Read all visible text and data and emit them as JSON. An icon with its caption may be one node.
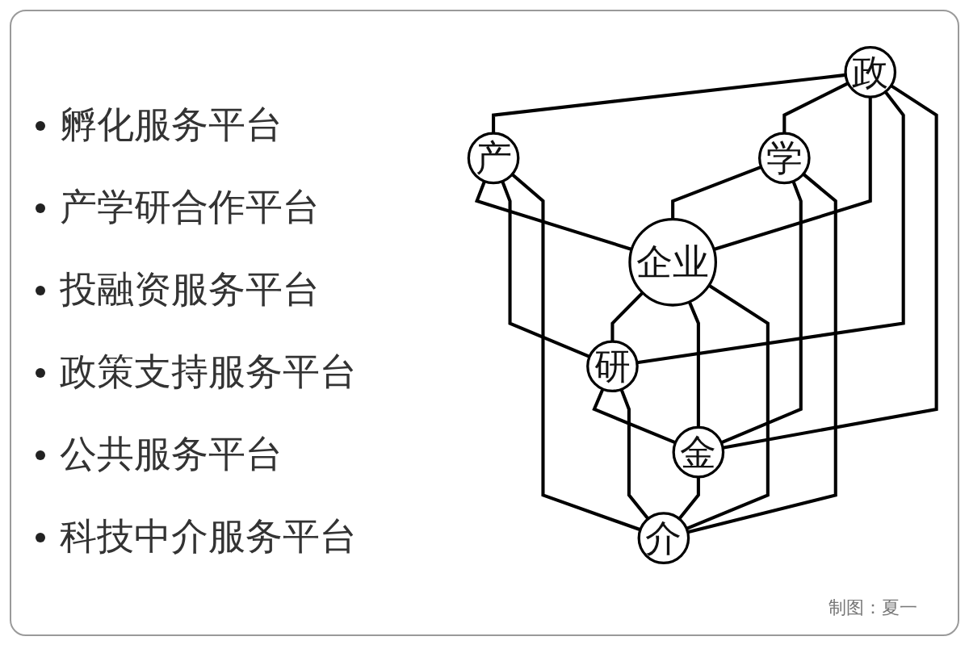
{
  "diagram": {
    "caption": "制图：夏一",
    "nodes": [
      {
        "text": [
          "政"
        ]
      },
      {
        "text": [
          "产"
        ]
      },
      {
        "text": [
          "学"
        ]
      },
      {
        "text": [
          "企业"
        ]
      },
      {
        "text": [
          "研"
        ]
      },
      {
        "text": [
          "金"
        ]
      },
      {
        "text": [
          "介"
        ]
      }
    ],
    "edges": [
      {
        "from": 0,
        "to": 1,
        "arrow": "none"
      },
      {
        "from": 0,
        "to": 2,
        "arrow": "none"
      },
      {
        "from": 0,
        "to": 3,
        "arrow": "none"
      },
      {
        "from": 0,
        "to": 4,
        "arrow": "none"
      },
      {
        "from": 0,
        "to": 5,
        "arrow": "none"
      },
      {
        "from": 1,
        "to": 3,
        "arrow": "none"
      },
      {
        "from": 1,
        "to": 4,
        "arrow": "none"
      },
      {
        "from": 1,
        "to": 6,
        "arrow": "none"
      },
      {
        "from": 2,
        "to": 3,
        "arrow": "none"
      },
      {
        "from": 2,
        "to": 5,
        "arrow": "none"
      },
      {
        "from": 2,
        "to": 6,
        "arrow": "none"
      },
      {
        "from": 3,
        "to": 4,
        "arrow": "none"
      },
      {
        "from": 3,
        "to": 5,
        "arrow": "none"
      },
      {
        "from": 3,
        "to": 6,
        "arrow": "none"
      },
      {
        "from": 4,
        "to": 5,
        "arrow": "none"
      },
      {
        "from": 4,
        "to": 6,
        "arrow": "none"
      },
      {
        "from": 5,
        "to": 6,
        "arrow": "none"
      }
    ],
    "labels": [
      "孵化服务平台",
      "产学研合作平台",
      "投融资服务平台",
      "政策支持服务平台",
      "公共服务平台",
      "科技中介服务平台"
    ]
  }
}
